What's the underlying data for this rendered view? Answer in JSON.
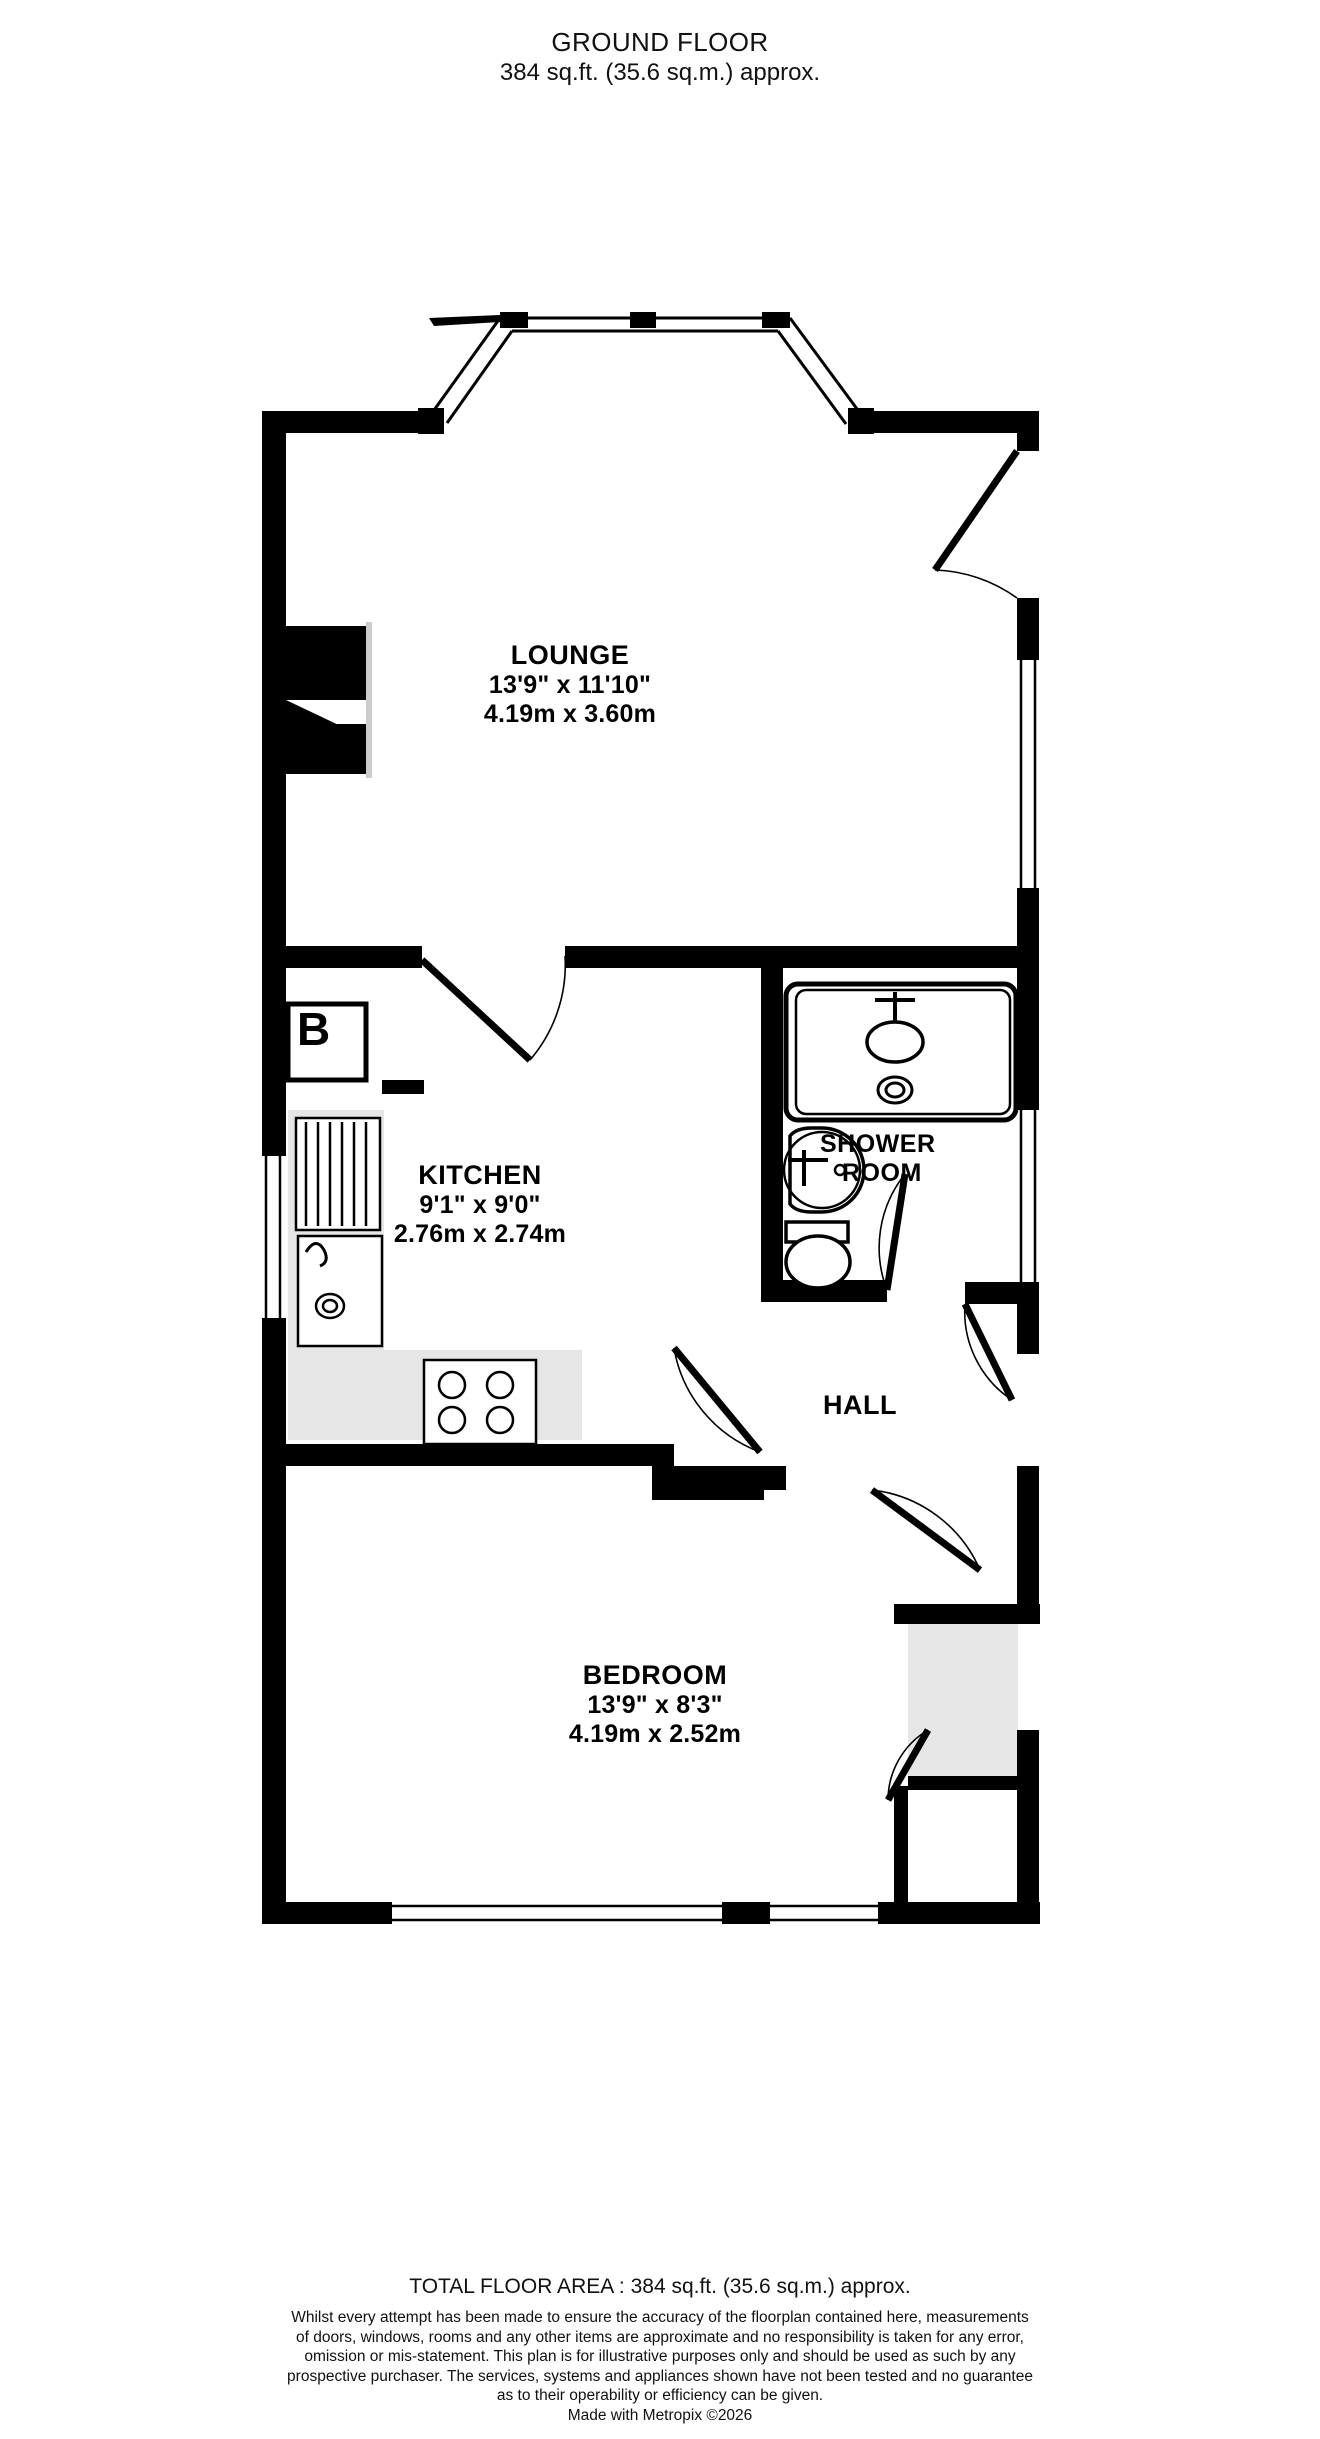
{
  "header": {
    "title": "GROUND FLOOR",
    "subtitle": "384 sq.ft. (35.6 sq.m.) approx."
  },
  "rooms": [
    {
      "key": "lounge",
      "name": "LOUNGE",
      "dim_imperial": "13'9\"  x 11'10\"",
      "dim_metric": "4.19m  x 3.60m"
    },
    {
      "key": "kitchen",
      "name": "KITCHEN",
      "dim_imperial": "9'1\"  x 9'0\"",
      "dim_metric": "2.76m  x 2.74m"
    },
    {
      "key": "shower_room",
      "name_line1": "SHOWER",
      "name_line2": "ROOM",
      "dim_imperial": "",
      "dim_metric": ""
    },
    {
      "key": "hall",
      "name": "HALL",
      "dim_imperial": "",
      "dim_metric": ""
    },
    {
      "key": "bedroom",
      "name": "BEDROOM",
      "dim_imperial": "13'9\"  x 8'3\"",
      "dim_metric": "4.19m  x 2.52m"
    }
  ],
  "markers": {
    "boiler": "B"
  },
  "fixtures": {
    "shower_tray": "shower-tray",
    "shower_head": "shower-head",
    "shower_drain": "shower-drain",
    "wash_basin": "wash-basin",
    "toilet": "toilet",
    "kitchen_sink": "kitchen-sink",
    "hob": "hob",
    "radiator": "radiator",
    "fireplace": "fireplace",
    "wardrobe": "wardrobe"
  },
  "footer": {
    "total_area": "TOTAL FLOOR AREA : 384 sq.ft. (35.6 sq.m.) approx.",
    "disclaimer_line1": "Whilst every attempt has been made to ensure the accuracy of the floorplan contained here, measurements",
    "disclaimer_line2": "of doors, windows, rooms and any other items are approximate and no responsibility is taken for any error,",
    "disclaimer_line3": "omission or mis-statement. This plan is for illustrative purposes only and should be used as such by any",
    "disclaimer_line4": "prospective purchaser. The services, systems and appliances shown have not been tested and no guarantee",
    "disclaimer_line5": "as to their operability or efficiency can be given.",
    "credit": "Made with Metropix ©2026"
  },
  "colors": {
    "wall": "#000000",
    "background": "#ffffff",
    "fill_grey": "#e6e6e6",
    "text": "#111111"
  }
}
